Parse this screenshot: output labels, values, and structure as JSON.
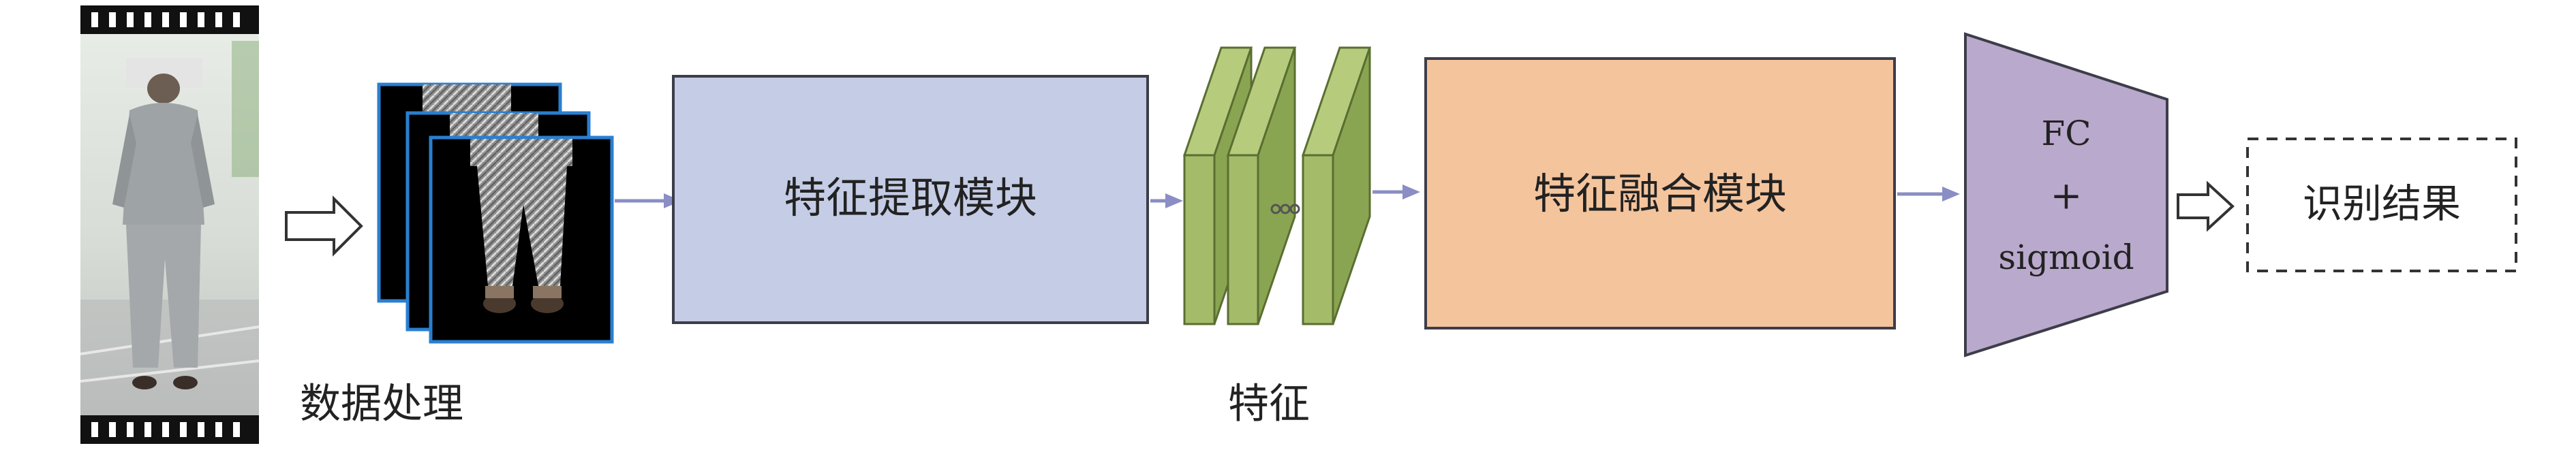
{
  "labels": {
    "data_processing": "数据处理",
    "feature_extraction": "特征提取模块",
    "features": "特征",
    "feature_fusion": "特征融合模块",
    "fc": "FC",
    "plus": "+",
    "sigmoid": "sigmoid",
    "result": "识别结果"
  },
  "colors": {
    "extraction_fill": "#c5cce5",
    "fusion_fill": "#f4c49d",
    "fc_fill": "#b9a9cc",
    "feature_front": "#a4bc6a",
    "feature_side": "#8aa552",
    "feature_stroke": "#5a6e32",
    "arrow": "#8a8ec4",
    "frame_border": "#2a7fd0"
  }
}
